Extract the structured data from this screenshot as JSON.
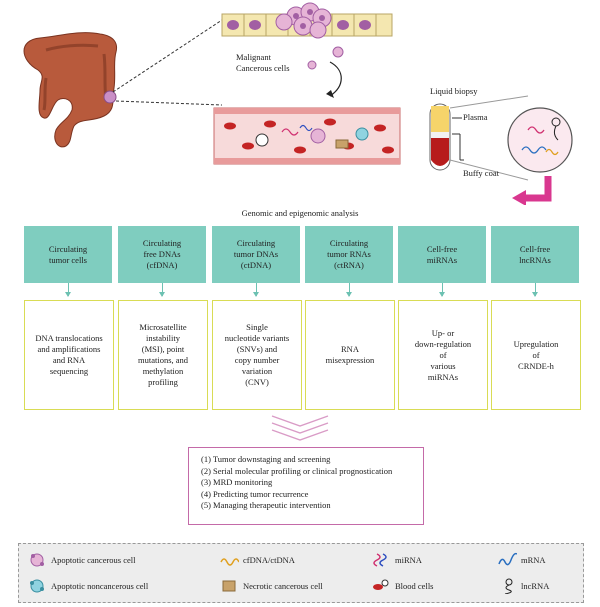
{
  "labels": {
    "malignant": "Malignant",
    "cancerous_cells": "Cancerous cells",
    "liquid_biopsy": "Liquid biopsy",
    "plasma": "Plasma",
    "buffy_coat": "Buffy coat",
    "genomic_analysis": "Genomic and epigenomic analysis"
  },
  "categories": [
    {
      "line1": "Circulating",
      "line2": "tumor cells",
      "line3": "",
      "result": [
        "DNA translocations",
        "and amplifications",
        "and RNA",
        "sequencing"
      ]
    },
    {
      "line1": "Circulating",
      "line2": "free DNAs",
      "line3": "(cfDNA)",
      "result": [
        "Microsatellite",
        "instability",
        "(MSI), point",
        "mutations, and",
        "methylation",
        "profiling"
      ]
    },
    {
      "line1": "Circulating",
      "line2": "tumor DNAs",
      "line3": "(ctDNA)",
      "result": [
        "Single",
        "nucleotide variants",
        "(SNVs) and",
        "copy number",
        "variation",
        "(CNV)"
      ]
    },
    {
      "line1": "Circulating",
      "line2": "tumor RNAs",
      "line3": "(ctRNA)",
      "result": [
        "RNA",
        "misexpression"
      ]
    },
    {
      "line1": "Cell-free",
      "line2": "miRNAs",
      "line3": "",
      "result": [
        "Up- or",
        "down-regulation",
        "of",
        "various",
        "miRNAs"
      ]
    },
    {
      "line1": "Cell-free",
      "line2": "lncRNAs",
      "line3": "",
      "result": [
        "Upregulation",
        "of",
        "CRNDE-h"
      ]
    }
  ],
  "outcomes": [
    "(1) Tumor downstaging and screening",
    "(2) Serial molecular profiling or clinical prognostication",
    "(3) MRD monitoring",
    "(4) Predicting tumor recurrence",
    "(5) Managing therapeutic intervention"
  ],
  "legend": [
    {
      "label": "Apoptotic cancerous cell",
      "icon": "apoptotic-cancerous-cell-icon"
    },
    {
      "label": "cfDNA/ctDNA",
      "icon": "cfdna-icon"
    },
    {
      "label": "miRNA",
      "icon": "mirna-icon"
    },
    {
      "label": "mRNA",
      "icon": "mrna-icon"
    },
    {
      "label": "Apoptotic noncancerous cell",
      "icon": "apoptotic-noncancerous-cell-icon"
    },
    {
      "label": "Necrotic cancerous cell",
      "icon": "necrotic-cell-icon"
    },
    {
      "label": "Blood cells",
      "icon": "blood-cells-icon"
    },
    {
      "label": "lncRNA",
      "icon": "lncrna-icon"
    }
  ],
  "colors": {
    "category_fill": "#7fcdbf",
    "result_border": "#d9dc55",
    "outcome_border": "#c46aa8",
    "arrow_pink": "#d9378f"
  }
}
